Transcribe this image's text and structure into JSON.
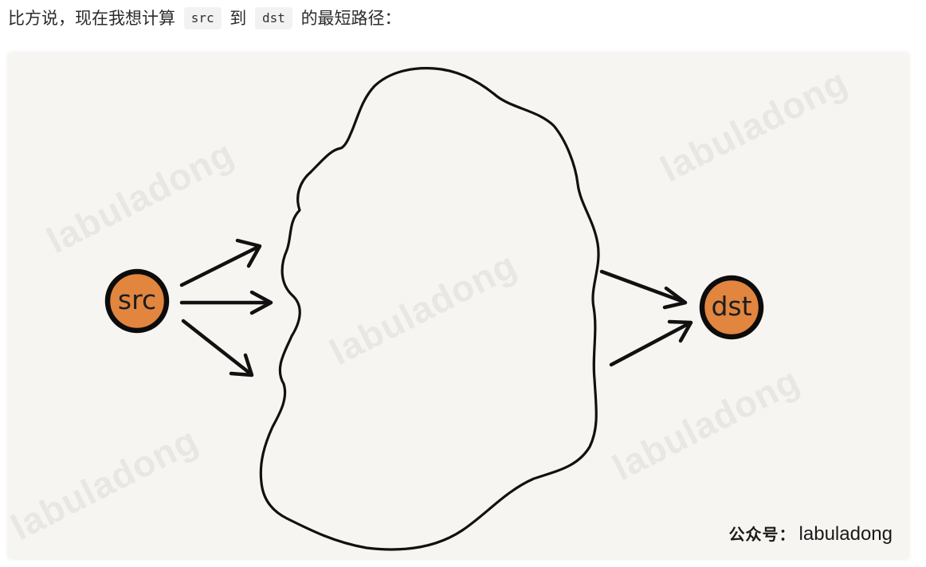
{
  "intro": {
    "before": "比方说，现在我想计算",
    "code_src": "src",
    "between": "到",
    "code_dst": "dst",
    "after": "的最短路径："
  },
  "figure": {
    "node_src": "src",
    "node_dst": "dst",
    "node_fill": "#e1853f",
    "watermark": "labuladong",
    "credit_prefix": "公众号：",
    "credit_name": "labuladong"
  }
}
